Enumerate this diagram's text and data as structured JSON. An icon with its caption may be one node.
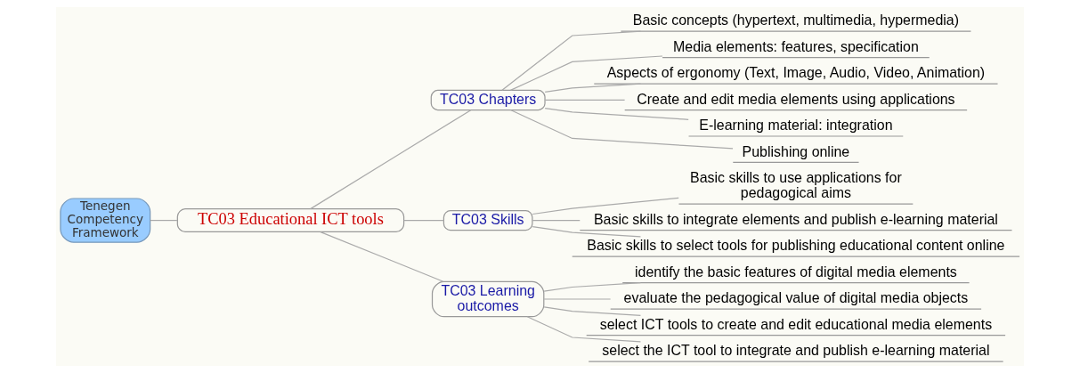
{
  "diagram": {
    "nodes": [
      {
        "text": [
          "Tenegen Competency Framework"
        ]
      },
      {
        "text": [
          "TC03 Educational ICT tools"
        ]
      },
      {
        "text": [
          "TC03 Chapters"
        ]
      },
      {
        "text": [
          "Basic concepts (hypertext, multimedia, hypermedia)"
        ]
      },
      {
        "text": [
          "Media elements: features, specification"
        ]
      },
      {
        "text": [
          "Aspects of ergonomy (Text, Image, Audio, Video, Animation)"
        ]
      },
      {
        "text": [
          "Create and edit media elements using applications"
        ]
      },
      {
        "text": [
          "E-learning material: integration"
        ]
      },
      {
        "text": [
          "Publishing online"
        ]
      },
      {
        "text": [
          "TC03 Skills"
        ]
      },
      {
        "text": [
          "Basic skills to use applications for pedagogical aims"
        ]
      },
      {
        "text": [
          "Basic skills to integrate elements and publish e-learning material"
        ]
      },
      {
        "text": [
          "Basic skills to select tools for publishing educational content online"
        ]
      },
      {
        "text": [
          "TC03 Learning outcomes"
        ]
      },
      {
        "text": [
          "identify the basic features of digital media elements"
        ]
      },
      {
        "text": [
          "evaluate the pedagogical value of digital media objects"
        ]
      },
      {
        "text": [
          "select ICT tools to create and edit educational media elements"
        ]
      },
      {
        "text": [
          "select the ICT tool to integrate and publish e-learning material"
        ]
      }
    ],
    "edges": [
      {
        "from": 0,
        "to": 1,
        "arrow": "none"
      },
      {
        "from": 1,
        "to": 2,
        "arrow": "none"
      },
      {
        "from": 2,
        "to": 3,
        "arrow": "none"
      },
      {
        "from": 2,
        "to": 4,
        "arrow": "none"
      },
      {
        "from": 2,
        "to": 5,
        "arrow": "none"
      },
      {
        "from": 2,
        "to": 6,
        "arrow": "none"
      },
      {
        "from": 2,
        "to": 7,
        "arrow": "none"
      },
      {
        "from": 2,
        "to": 8,
        "arrow": "none"
      },
      {
        "from": 1,
        "to": 9,
        "arrow": "none"
      },
      {
        "from": 9,
        "to": 10,
        "arrow": "none"
      },
      {
        "from": 9,
        "to": 11,
        "arrow": "none"
      },
      {
        "from": 9,
        "to": 12,
        "arrow": "none"
      },
      {
        "from": 1,
        "to": 13,
        "arrow": "none"
      },
      {
        "from": 13,
        "to": 14,
        "arrow": "none"
      },
      {
        "from": 13,
        "to": 15,
        "arrow": "none"
      },
      {
        "from": 13,
        "to": 16,
        "arrow": "none"
      },
      {
        "from": 13,
        "to": 17,
        "arrow": "none"
      }
    ]
  }
}
